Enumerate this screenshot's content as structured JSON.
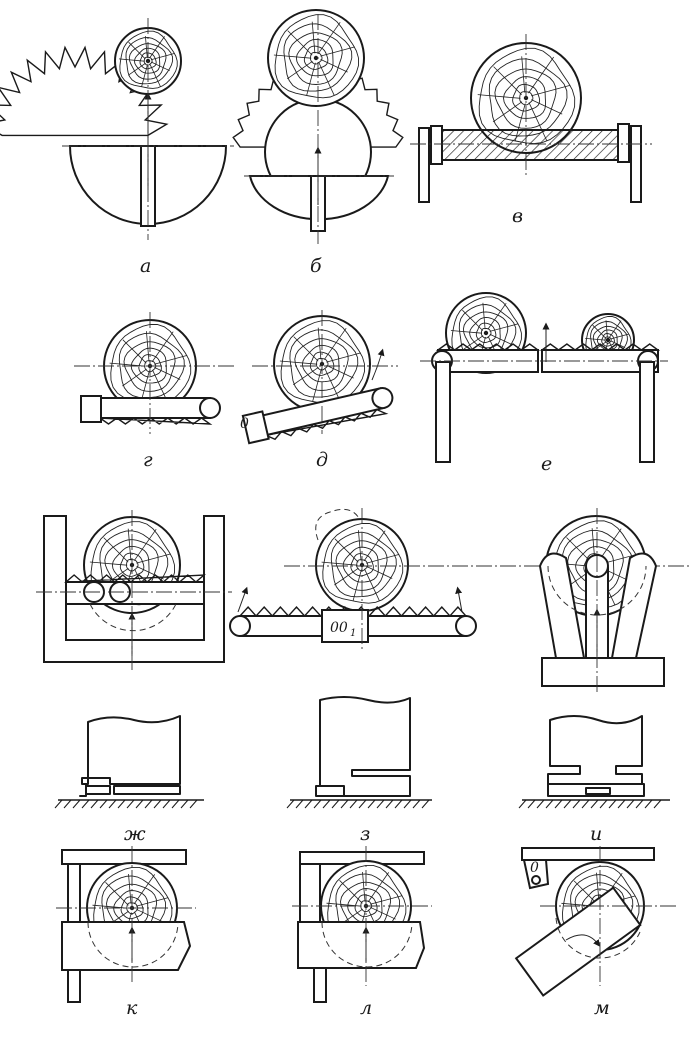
{
  "labels": {
    "a": "а",
    "b": "б",
    "v": "в",
    "g": "г",
    "d": "д",
    "e": "е",
    "zh": "ж",
    "z": "з",
    "i": "и",
    "k": "к",
    "l": "л",
    "m": "м"
  },
  "annotations": {
    "pivot_d": "0",
    "pivot_center": "00",
    "pivot_center_sub": "1",
    "pivot_m": "0"
  }
}
